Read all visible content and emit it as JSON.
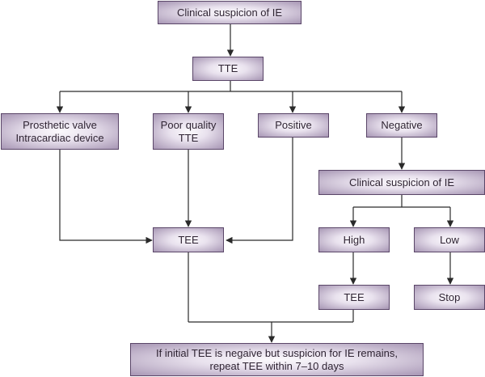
{
  "flowchart": {
    "start": "Clinical suspicion of IE",
    "tte": "TTE",
    "prosthetic": [
      "Prosthetic valve",
      "Intracardiac device"
    ],
    "poor_quality": [
      "Poor quality",
      "TTE"
    ],
    "positive": "Positive",
    "negative": "Negative",
    "suspicion2": "Clinical suspicion of IE",
    "tee_main": "TEE",
    "high": "High",
    "low": "Low",
    "tee_high": "TEE",
    "stop": "Stop",
    "final": [
      "If initial TEE is negaive but suspicion for IE remains,",
      "repeat TEE within 7–10 days"
    ]
  },
  "colors": {
    "box_border": "#5a4668",
    "box_fill_center": "#fbf9fc",
    "box_fill_edge": "#a796b4",
    "line": "#2a2a2a"
  }
}
